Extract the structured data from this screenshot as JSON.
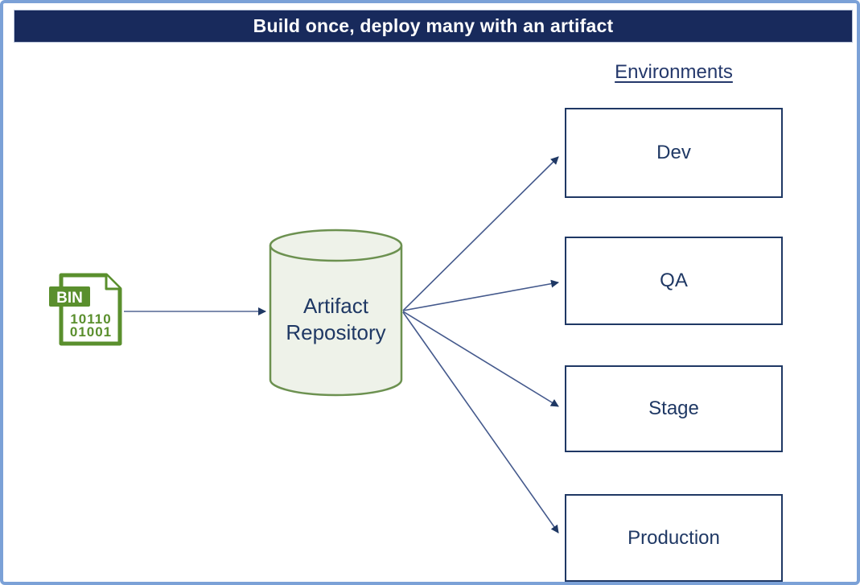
{
  "title_bar": {
    "title": "Build once, deploy many with an artifact"
  },
  "environments": {
    "heading": "Environments",
    "items": [
      {
        "label": "Dev"
      },
      {
        "label": "QA"
      },
      {
        "label": "Stage"
      },
      {
        "label": "Production"
      }
    ]
  },
  "repository": {
    "line1": "Artifact",
    "line2": "Repository"
  },
  "bin_file": {
    "badge": "BIN",
    "binary_line1": "10110",
    "binary_line2": "01001"
  },
  "colors": {
    "page_border": "#7ba1d7",
    "title_bar_bg": "#182a5c",
    "title_text": "#ffffff",
    "diagram_text": "#1f3864",
    "box_border": "#1f3864",
    "arrow_line": "#44598c",
    "arrow_head": "#1f3864",
    "bin_green": "#5a8f2d",
    "cylinder_fill": "#eef2e9",
    "cylinder_stroke": "#6c9150"
  }
}
